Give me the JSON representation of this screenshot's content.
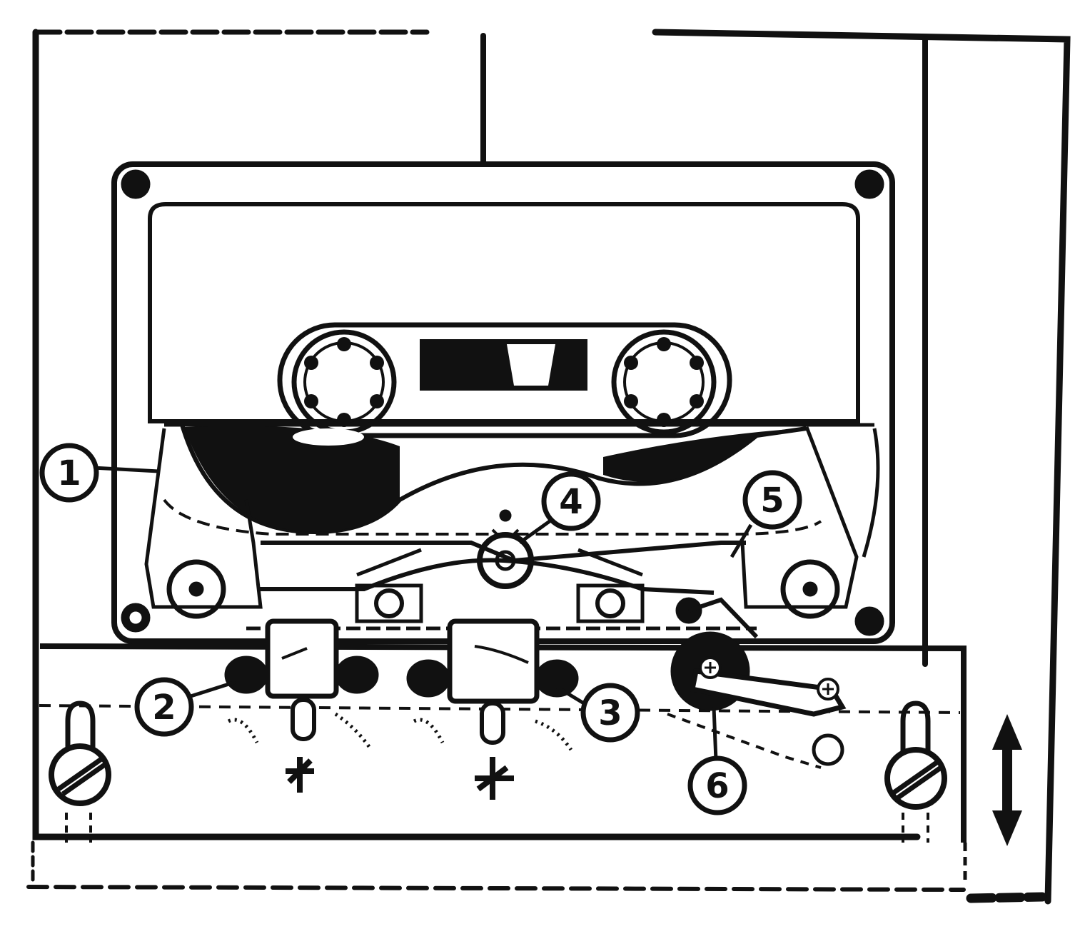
{
  "callouts": [
    {
      "label": "1"
    },
    {
      "label": "2"
    },
    {
      "label": "3"
    },
    {
      "label": "4"
    },
    {
      "label": "5"
    },
    {
      "label": "6"
    }
  ],
  "colors": {
    "ink": "#111111",
    "paper": "#ffffff"
  },
  "icons": {
    "adjust_direction": "double-headed-vertical-arrow-icon",
    "mount_screw": "slotted-screw-icon"
  }
}
